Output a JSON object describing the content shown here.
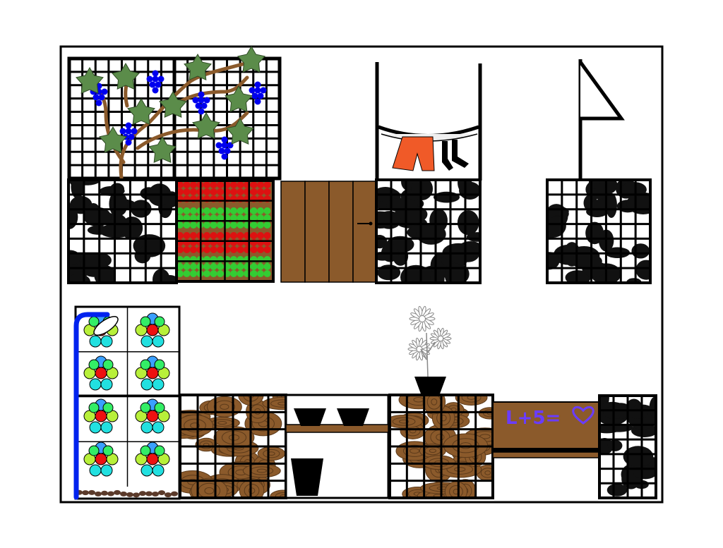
{
  "scene": {
    "sign_text": "L+5=",
    "sign_symbol": "heart-icon",
    "colors": {
      "frame": "#000000",
      "wood": "#8b5a2b",
      "wood_dark": "#5c3a1a",
      "leaf": "#5b8c4a",
      "vine": "#8b5a2b",
      "grape": "#0000ee",
      "pot": "#6b3e2e",
      "red": "#dd1111",
      "green": "#33cc33",
      "shorts": "#f05a28",
      "pipe": "#0022ee",
      "sign_ink": "#6a3cff"
    },
    "elements": [
      "grape-trellis",
      "pot",
      "pebble-gabion",
      "flower-bed-gabion",
      "wooden-door",
      "laundry-line",
      "flag",
      "shower-panel",
      "wood-gabion",
      "shelf-unit",
      "flower-vase",
      "wooden-bench"
    ]
  }
}
